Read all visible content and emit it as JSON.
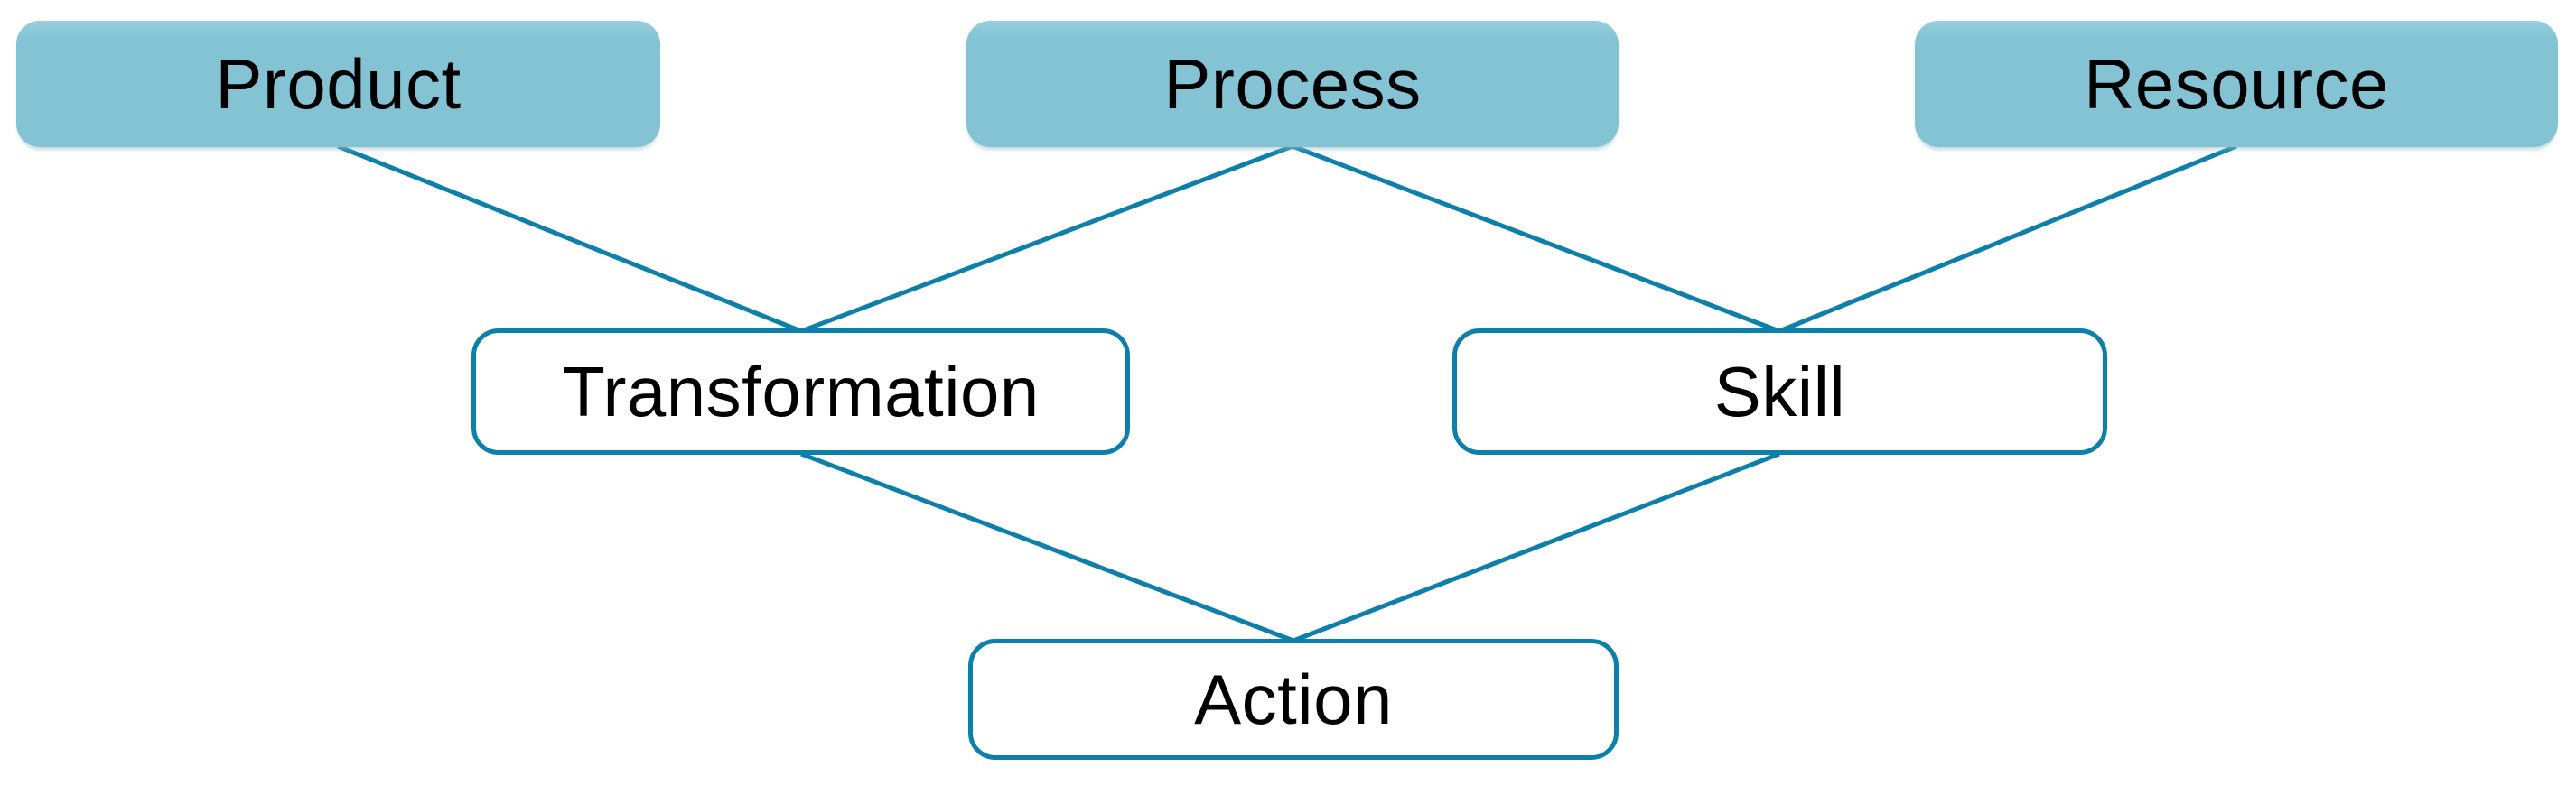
{
  "colors": {
    "node_fill": "#83c3d4",
    "node_fill_light": "#97cedd",
    "line": "#0c80aa",
    "text": "#000000",
    "background": "#ffffff"
  },
  "nodes": {
    "product": {
      "label": "Product",
      "style": "filled"
    },
    "process": {
      "label": "Process",
      "style": "filled"
    },
    "resource": {
      "label": "Resource",
      "style": "filled"
    },
    "transformation": {
      "label": "Transformation",
      "style": "outlined"
    },
    "skill": {
      "label": "Skill",
      "style": "outlined"
    },
    "action": {
      "label": "Action",
      "style": "outlined"
    }
  },
  "edges": [
    {
      "from": "Product",
      "to": "Transformation"
    },
    {
      "from": "Process",
      "to": "Transformation"
    },
    {
      "from": "Process",
      "to": "Skill"
    },
    {
      "from": "Resource",
      "to": "Skill"
    },
    {
      "from": "Transformation",
      "to": "Action"
    },
    {
      "from": "Skill",
      "to": "Action"
    }
  ]
}
